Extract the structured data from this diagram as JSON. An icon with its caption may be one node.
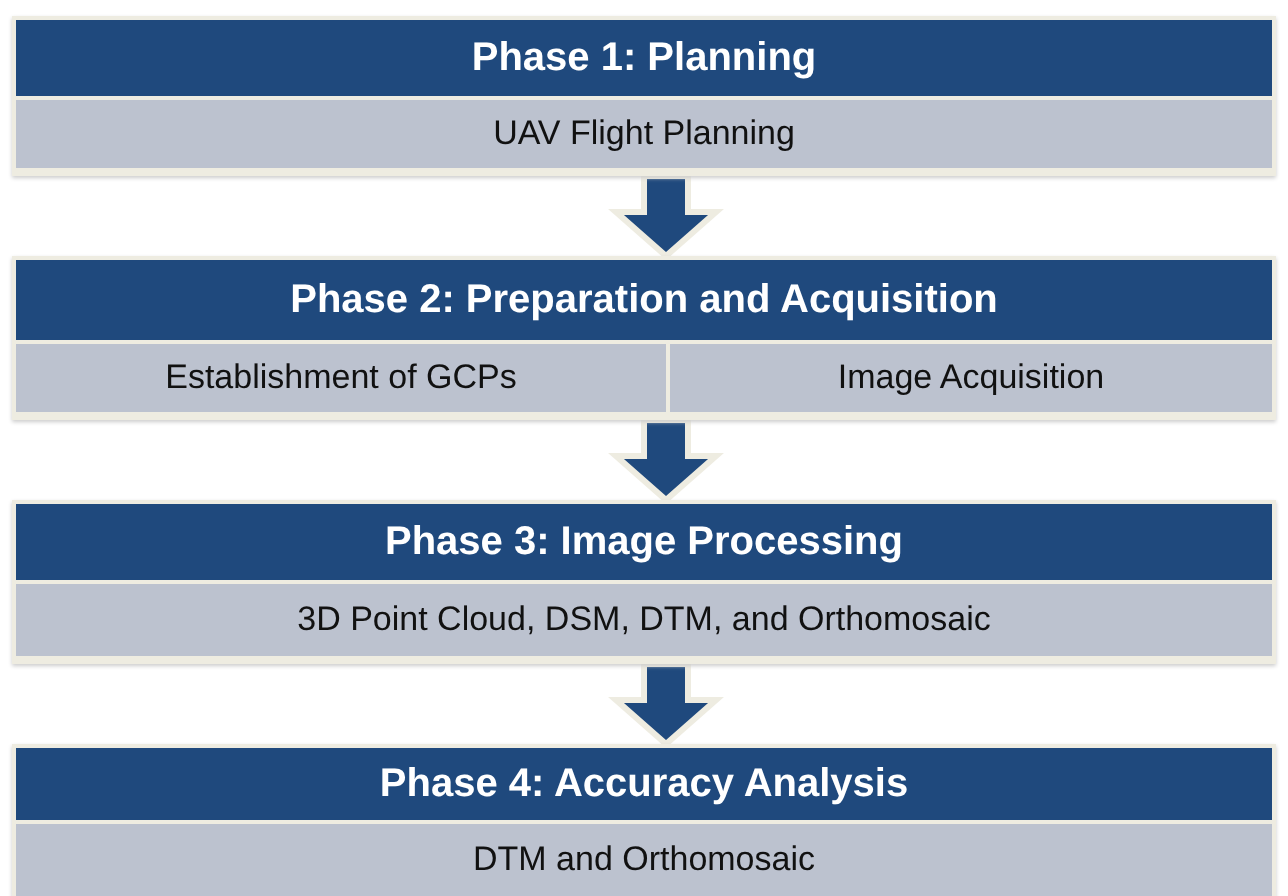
{
  "diagram": {
    "nodes": [
      {
        "text": [
          "Phase 1: Planning"
        ]
      },
      {
        "text": [
          "UAV Flight Planning"
        ],
        "in": 0
      },
      {
        "text": [
          "Phase 2: Preparation and Acquisition"
        ]
      },
      {
        "text": [
          "Establishment of GCPs"
        ],
        "in": 2
      },
      {
        "text": [
          "Image Acquisition"
        ],
        "in": 2
      },
      {
        "text": [
          "Phase 3: Image Processing"
        ]
      },
      {
        "text": [
          "3D Point Cloud, DSM, DTM, and Orthomosaic"
        ],
        "in": 5
      },
      {
        "text": [
          "Phase 4: Accuracy Analysis"
        ]
      },
      {
        "text": [
          "DTM and Orthomosaic"
        ],
        "in": 7
      }
    ],
    "edges": [
      {
        "from": 0,
        "to": 2,
        "arrow": "to"
      },
      {
        "from": 2,
        "to": 5,
        "arrow": "to"
      },
      {
        "from": 5,
        "to": 7,
        "arrow": "to"
      }
    ]
  }
}
